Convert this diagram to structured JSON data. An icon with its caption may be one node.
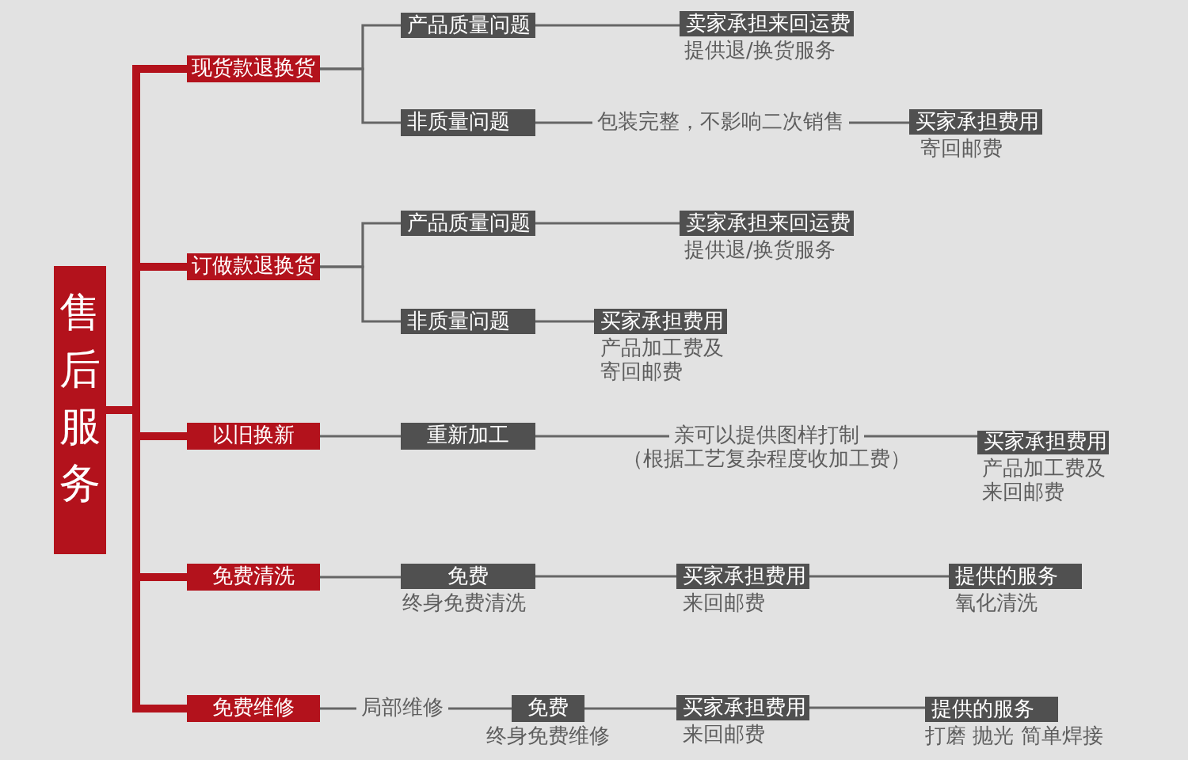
{
  "diagram": {
    "nodes": [
      {
        "text": [
          "售后服务"
        ]
      },
      {
        "text": [
          "现货款退换货"
        ]
      },
      {
        "text": [
          "产品质量问题"
        ]
      },
      {
        "text": [
          "卖家承担来回运费"
        ],
        "beside": [
          "提供退/换货服务"
        ]
      },
      {
        "text": [
          "非质量问题"
        ]
      },
      {
        "text": [
          "包装完整，不影响二次销售"
        ]
      },
      {
        "text": [
          "买家承担费用"
        ],
        "beside": [
          "寄回邮费"
        ]
      },
      {
        "text": [
          "订做款退换货"
        ]
      },
      {
        "text": [
          "产品质量问题"
        ]
      },
      {
        "text": [
          "卖家承担来回运费"
        ],
        "beside": [
          "提供退/换货服务"
        ]
      },
      {
        "text": [
          "非质量问题"
        ]
      },
      {
        "text": [
          "买家承担费用"
        ],
        "beside": [
          "产品加工费及寄回邮费"
        ]
      },
      {
        "text": [
          "以旧换新"
        ]
      },
      {
        "text": [
          "重新加工"
        ]
      },
      {
        "text": [
          "亲可以提供图样打制",
          "（根据工艺复杂程度收加工费）"
        ]
      },
      {
        "text": [
          "买家承担费用"
        ],
        "beside": [
          "产品加工费及来回邮费"
        ]
      },
      {
        "text": [
          "免费清洗"
        ]
      },
      {
        "text": [
          "免费"
        ],
        "beside": [
          "终身免费清洗"
        ]
      },
      {
        "text": [
          "买家承担费用"
        ],
        "beside": [
          "来回邮费"
        ]
      },
      {
        "text": [
          "提供的服务"
        ],
        "beside": [
          "氧化清洗"
        ]
      },
      {
        "text": [
          "免费维修"
        ]
      },
      {
        "text": [
          "局部维修"
        ]
      },
      {
        "text": [
          "免费"
        ],
        "beside": [
          "终身免费维修"
        ]
      },
      {
        "text": [
          "买家承担费用"
        ],
        "beside": [
          "来回邮费"
        ]
      },
      {
        "text": [
          "提供的服务"
        ],
        "beside": [
          "打磨 抛光 简单焊接"
        ]
      }
    ],
    "edges": [
      {
        "from": 0,
        "to": 1,
        "arrow": "none",
        "style": "thick",
        "color": "#b3121c"
      },
      {
        "from": 0,
        "to": 7,
        "arrow": "none",
        "style": "thick",
        "color": "#b3121c"
      },
      {
        "from": 0,
        "to": 12,
        "arrow": "none",
        "style": "thick",
        "color": "#b3121c"
      },
      {
        "from": 0,
        "to": 16,
        "arrow": "none",
        "style": "thick",
        "color": "#b3121c"
      },
      {
        "from": 0,
        "to": 20,
        "arrow": "none",
        "style": "thick",
        "color": "#b3121c"
      },
      {
        "from": 1,
        "to": 2,
        "arrow": "none"
      },
      {
        "from": 1,
        "to": 4,
        "arrow": "none"
      },
      {
        "from": 2,
        "to": 3,
        "arrow": "none"
      },
      {
        "from": 4,
        "to": 5,
        "arrow": "none"
      },
      {
        "from": 5,
        "to": 6,
        "arrow": "none"
      },
      {
        "from": 7,
        "to": 8,
        "arrow": "none"
      },
      {
        "from": 7,
        "to": 10,
        "arrow": "none"
      },
      {
        "from": 8,
        "to": 9,
        "arrow": "none"
      },
      {
        "from": 10,
        "to": 11,
        "arrow": "none"
      },
      {
        "from": 12,
        "to": 13,
        "arrow": "none"
      },
      {
        "from": 13,
        "to": 14,
        "arrow": "none"
      },
      {
        "from": 14,
        "to": 15,
        "arrow": "none"
      },
      {
        "from": 16,
        "to": 17,
        "arrow": "none"
      },
      {
        "from": 17,
        "to": 18,
        "arrow": "none"
      },
      {
        "from": 18,
        "to": 19,
        "arrow": "none"
      },
      {
        "from": 20,
        "to": 21,
        "arrow": "none"
      },
      {
        "from": 21,
        "to": 22,
        "arrow": "none"
      },
      {
        "from": 22,
        "to": 23,
        "arrow": "none"
      },
      {
        "from": 23,
        "to": 24,
        "arrow": "none"
      }
    ]
  }
}
